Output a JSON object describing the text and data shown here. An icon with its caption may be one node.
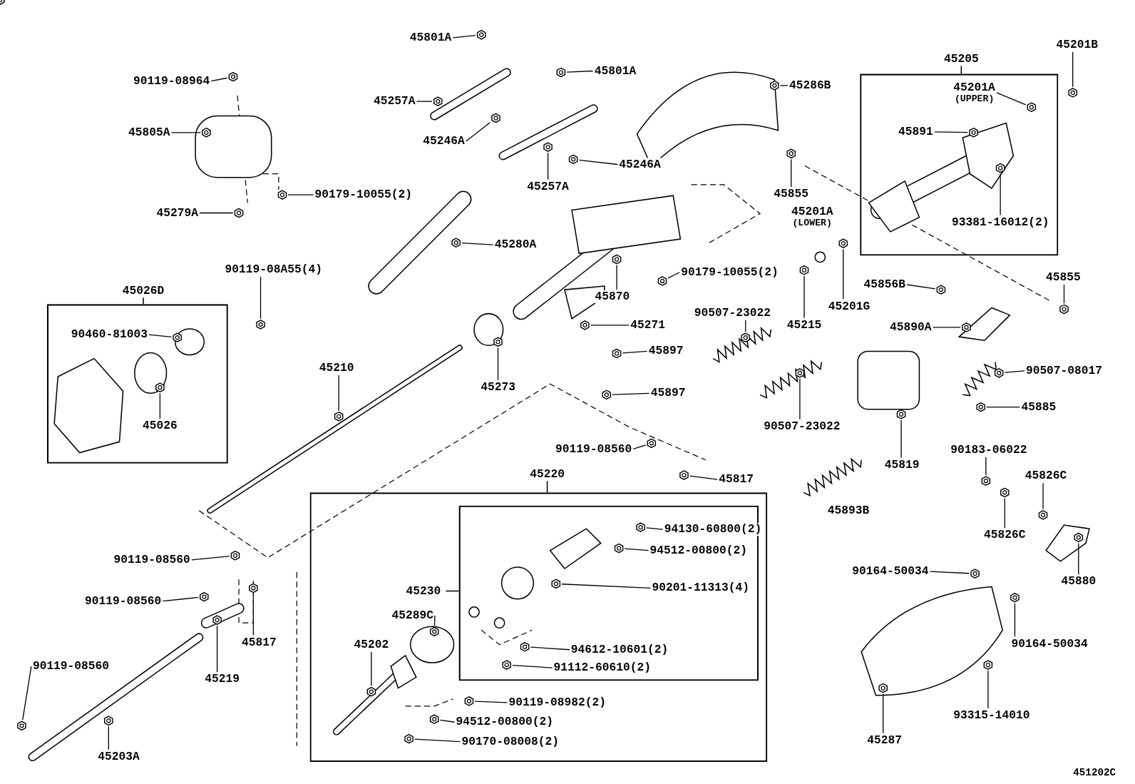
{
  "diagram": {
    "nodes": [
      {
        "text": [
          "45026D"
        ]
      },
      {
        "text": [
          "90460-81003"
        ],
        "in": 0
      },
      {
        "text": [
          "45026"
        ],
        "in": 0
      },
      {
        "text": [
          "45205"
        ]
      },
      {
        "text": [
          "45201A",
          "(UPPER)"
        ],
        "in": 3
      },
      {
        "text": [
          "45891"
        ],
        "in": 3
      },
      {
        "text": [
          "93381-16012(2)"
        ],
        "in": 3
      },
      {
        "text": [
          "45220"
        ]
      },
      {
        "text": [
          "45230"
        ],
        "in": 7
      },
      {
        "text": [
          "94130-60800(2)"
        ],
        "in": 8
      },
      {
        "text": [
          "94512-00800(2)"
        ],
        "in": 8
      },
      {
        "text": [
          "90201-11313(4)"
        ],
        "in": 8
      },
      {
        "text": [
          "94612-10601(2)"
        ],
        "in": 8
      },
      {
        "text": [
          "91112-60610(2)"
        ],
        "in": 8
      },
      {
        "text": [
          "45289C"
        ],
        "in": 7
      },
      {
        "text": [
          "45202"
        ],
        "in": 7
      },
      {
        "text": [
          "90119-08982(2)"
        ],
        "in": 7
      },
      {
        "text": [
          "94512-00800(2)"
        ],
        "in": 7
      },
      {
        "text": [
          "90170-08008(2)"
        ],
        "in": 7
      },
      {
        "text": [
          "45801A"
        ]
      },
      {
        "text": [
          "45801A"
        ]
      },
      {
        "text": [
          "45257A"
        ]
      },
      {
        "text": [
          "45246A"
        ]
      },
      {
        "text": [
          "45257A"
        ]
      },
      {
        "text": [
          "45246A"
        ]
      },
      {
        "text": [
          "45286B"
        ]
      },
      {
        "text": [
          "90119-08964"
        ]
      },
      {
        "text": [
          "45805A"
        ]
      },
      {
        "text": [
          "90179-10055(2)"
        ]
      },
      {
        "text": [
          "45279A"
        ]
      },
      {
        "text": [
          "45280A"
        ]
      },
      {
        "text": [
          "45870"
        ]
      },
      {
        "text": [
          "90179-10055(2)"
        ]
      },
      {
        "text": [
          "45855"
        ]
      },
      {
        "text": [
          "45201A",
          "(LOWER)"
        ]
      },
      {
        "text": [
          "90119-08A55(4)"
        ]
      },
      {
        "text": [
          "45271"
        ]
      },
      {
        "text": [
          "45897"
        ]
      },
      {
        "text": [
          "45897"
        ]
      },
      {
        "text": [
          "45210"
        ]
      },
      {
        "text": [
          "45273"
        ]
      },
      {
        "text": [
          "90507-23022"
        ]
      },
      {
        "text": [
          "45215"
        ]
      },
      {
        "text": [
          "45201G"
        ]
      },
      {
        "text": [
          "45856B"
        ]
      },
      {
        "text": [
          "45855"
        ]
      },
      {
        "text": [
          "45890A"
        ]
      },
      {
        "text": [
          "90507-08017"
        ]
      },
      {
        "text": [
          "45885"
        ]
      },
      {
        "text": [
          "90507-23022"
        ]
      },
      {
        "text": [
          "45819"
        ]
      },
      {
        "text": [
          "90183-06022"
        ]
      },
      {
        "text": [
          "45826C"
        ]
      },
      {
        "text": [
          "45826C"
        ]
      },
      {
        "text": [
          "45880"
        ]
      },
      {
        "text": [
          "45893B"
        ]
      },
      {
        "text": [
          "90119-08560"
        ]
      },
      {
        "text": [
          "45817"
        ]
      },
      {
        "text": [
          "90119-08560"
        ]
      },
      {
        "text": [
          "90119-08560"
        ]
      },
      {
        "text": [
          "45817"
        ]
      },
      {
        "text": [
          "45219"
        ]
      },
      {
        "text": [
          "90119-08560"
        ]
      },
      {
        "text": [
          "45203A"
        ]
      },
      {
        "text": [
          "90164-50034"
        ]
      },
      {
        "text": [
          "90164-50034"
        ]
      },
      {
        "text": [
          "93315-14010"
        ]
      },
      {
        "text": [
          "45287"
        ]
      },
      {
        "text": [
          "45201B"
        ]
      },
      {
        "text": [],
        "shape": "picture",
        "in": 0
      },
      {
        "text": [],
        "shape": "picture",
        "in": 0
      },
      {
        "text": [],
        "shape": "picture",
        "in": 3
      },
      {
        "text": [],
        "shape": "picture",
        "in": 3
      },
      {
        "text": [],
        "shape": "picture",
        "in": 3
      },
      {
        "text": [],
        "shape": "picture",
        "in": 8
      },
      {
        "text": [],
        "shape": "picture",
        "in": 8
      },
      {
        "text": [],
        "shape": "picture",
        "in": 8
      },
      {
        "text": [],
        "shape": "picture",
        "in": 8
      },
      {
        "text": [],
        "shape": "picture",
        "in": 8
      },
      {
        "text": [],
        "shape": "picture",
        "in": 7
      },
      {
        "text": [],
        "shape": "picture",
        "in": 7
      },
      {
        "text": [],
        "shape": "picture",
        "in": 7
      },
      {
        "text": [],
        "shape": "picture",
        "in": 7
      },
      {
        "text": [],
        "shape": "picture",
        "in": 7
      },
      {
        "text": [],
        "shape": "picture"
      },
      {
        "text": [],
        "shape": "picture"
      },
      {
        "text": [],
        "shape": "picture"
      },
      {
        "text": [],
        "shape": "picture"
      },
      {
        "text": [],
        "shape": "picture"
      },
      {
        "text": [],
        "shape": "picture"
      },
      {
        "text": [],
        "shape": "picture"
      },
      {
        "text": [],
        "shape": "picture"
      },
      {
        "text": [],
        "shape": "picture"
      },
      {
        "text": [],
        "shape": "picture"
      },
      {
        "text": [],
        "shape": "picture"
      },
      {
        "text": [],
        "shape": "picture"
      },
      {
        "text": [],
        "shape": "picture"
      },
      {
        "text": [],
        "shape": "picture"
      },
      {
        "text": [],
        "shape": "picture"
      },
      {
        "text": [],
        "shape": "picture"
      },
      {
        "text": [],
        "shape": "picture"
      },
      {
        "text": [],
        "shape": "picture"
      },
      {
        "text": [],
        "shape": "picture"
      },
      {
        "text": [],
        "shape": "picture"
      },
      {
        "text": [],
        "shape": "picture"
      },
      {
        "text": [],
        "shape": "picture"
      },
      {
        "text": [],
        "shape": "picture"
      },
      {
        "text": [],
        "shape": "picture"
      },
      {
        "text": [],
        "shape": "picture"
      },
      {
        "text": [],
        "shape": "picture"
      },
      {
        "text": [],
        "shape": "picture"
      },
      {
        "text": [],
        "shape": "picture"
      },
      {
        "text": [],
        "shape": "picture"
      },
      {
        "text": [],
        "shape": "picture"
      },
      {
        "text": [],
        "shape": "picture"
      },
      {
        "text": [],
        "shape": "picture"
      },
      {
        "text": [],
        "shape": "picture"
      },
      {
        "text": [],
        "shape": "picture"
      },
      {
        "text": [],
        "shape": "picture"
      },
      {
        "text": [],
        "shape": "picture"
      },
      {
        "text": [],
        "shape": "picture"
      },
      {
        "text": [],
        "shape": "picture"
      },
      {
        "text": [],
        "shape": "picture"
      },
      {
        "text": [],
        "shape": "picture"
      },
      {
        "text": [],
        "shape": "picture"
      },
      {
        "text": [],
        "shape": "picture"
      },
      {
        "text": [],
        "shape": "picture"
      },
      {
        "text": [],
        "shape": "picture"
      },
      {
        "text": [],
        "shape": "picture"
      },
      {
        "text": [],
        "shape": "picture"
      },
      {
        "text": [],
        "shape": "picture"
      },
      {
        "text": [],
        "shape": "picture"
      },
      {
        "text": [],
        "shape": "picture"
      },
      {
        "text": [],
        "shape": "picture"
      }
    ],
    "edges": [
      {
        "from": 1,
        "to": 69,
        "arrow": "none"
      },
      {
        "from": 2,
        "to": 70,
        "arrow": "none"
      },
      {
        "from": 4,
        "to": 71,
        "arrow": "none"
      },
      {
        "from": 5,
        "to": 72,
        "arrow": "none"
      },
      {
        "from": 6,
        "to": 73,
        "arrow": "none"
      },
      {
        "from": 9,
        "to": 74,
        "arrow": "none"
      },
      {
        "from": 10,
        "to": 75,
        "arrow": "none"
      },
      {
        "from": 11,
        "to": 76,
        "arrow": "none"
      },
      {
        "from": 12,
        "to": 77,
        "arrow": "none"
      },
      {
        "from": 13,
        "to": 78,
        "arrow": "none"
      },
      {
        "from": 14,
        "to": 79,
        "arrow": "none"
      },
      {
        "from": 15,
        "to": 80,
        "arrow": "none"
      },
      {
        "from": 16,
        "to": 81,
        "arrow": "none"
      },
      {
        "from": 17,
        "to": 82,
        "arrow": "none"
      },
      {
        "from": 18,
        "to": 83,
        "arrow": "none"
      },
      {
        "from": 19,
        "to": 84,
        "arrow": "none"
      },
      {
        "from": 20,
        "to": 85,
        "arrow": "none"
      },
      {
        "from": 21,
        "to": 86,
        "arrow": "none"
      },
      {
        "from": 22,
        "to": 87,
        "arrow": "none"
      },
      {
        "from": 23,
        "to": 88,
        "arrow": "none"
      },
      {
        "from": 24,
        "to": 89,
        "arrow": "none"
      },
      {
        "from": 25,
        "to": 90,
        "arrow": "none"
      },
      {
        "from": 26,
        "to": 91,
        "arrow": "none"
      },
      {
        "from": 27,
        "to": 92,
        "arrow": "none"
      },
      {
        "from": 28,
        "to": 93,
        "arrow": "none"
      },
      {
        "from": 29,
        "to": 94,
        "arrow": "none"
      },
      {
        "from": 30,
        "to": 95,
        "arrow": "none"
      },
      {
        "from": 31,
        "to": 96,
        "arrow": "none"
      },
      {
        "from": 32,
        "to": 97,
        "arrow": "none"
      },
      {
        "from": 33,
        "to": 98,
        "arrow": "none"
      },
      {
        "from": 35,
        "to": 99,
        "arrow": "none"
      },
      {
        "from": 36,
        "to": 100,
        "arrow": "none"
      },
      {
        "from": 37,
        "to": 101,
        "arrow": "none"
      },
      {
        "from": 38,
        "to": 102,
        "arrow": "none"
      },
      {
        "from": 39,
        "to": 103,
        "arrow": "none"
      },
      {
        "from": 40,
        "to": 104,
        "arrow": "none"
      },
      {
        "from": 41,
        "to": 105,
        "arrow": "none"
      },
      {
        "from": 42,
        "to": 106,
        "arrow": "none"
      },
      {
        "from": 43,
        "to": 107,
        "arrow": "none"
      },
      {
        "from": 44,
        "to": 108,
        "arrow": "none"
      },
      {
        "from": 45,
        "to": 109,
        "arrow": "none"
      },
      {
        "from": 46,
        "to": 110,
        "arrow": "none"
      },
      {
        "from": 47,
        "to": 111,
        "arrow": "none"
      },
      {
        "from": 48,
        "to": 112,
        "arrow": "none"
      },
      {
        "from": 49,
        "to": 113,
        "arrow": "none"
      },
      {
        "from": 50,
        "to": 114,
        "arrow": "none"
      },
      {
        "from": 51,
        "to": 115,
        "arrow": "none"
      },
      {
        "from": 52,
        "to": 116,
        "arrow": "none"
      },
      {
        "from": 53,
        "to": 117,
        "arrow": "none"
      },
      {
        "from": 54,
        "to": 118,
        "arrow": "none"
      },
      {
        "from": 56,
        "to": 119,
        "arrow": "none"
      },
      {
        "from": 57,
        "to": 120,
        "arrow": "none"
      },
      {
        "from": 58,
        "to": 121,
        "arrow": "none"
      },
      {
        "from": 59,
        "to": 122,
        "arrow": "none"
      },
      {
        "from": 60,
        "to": 123,
        "arrow": "none"
      },
      {
        "from": 61,
        "to": 124,
        "arrow": "none"
      },
      {
        "from": 62,
        "to": 125,
        "arrow": "none"
      },
      {
        "from": 63,
        "to": 126,
        "arrow": "none"
      },
      {
        "from": 64,
        "to": 127,
        "arrow": "none"
      },
      {
        "from": 65,
        "to": 128,
        "arrow": "none"
      },
      {
        "from": 66,
        "to": 129,
        "arrow": "none"
      },
      {
        "from": 67,
        "to": 130,
        "arrow": "none"
      },
      {
        "from": 68,
        "to": 131,
        "arrow": "none"
      }
    ],
    "labels": [
      "451202C"
    ]
  }
}
